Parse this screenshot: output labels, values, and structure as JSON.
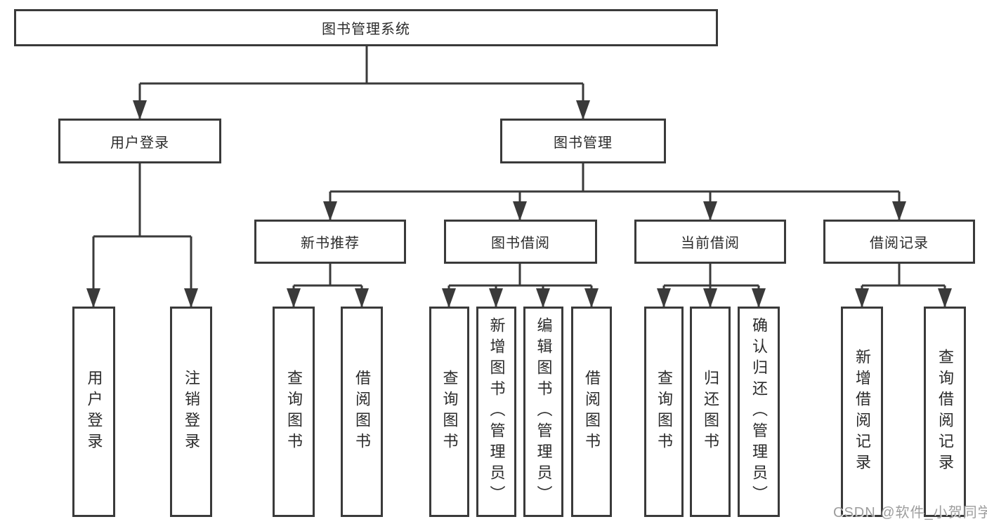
{
  "colors": {
    "line": "#3a3a3a",
    "box_border": "#3a3a3a",
    "text": "#2b2b2b",
    "watermark": "#8c8c8c",
    "background": "#ffffff"
  },
  "watermark": {
    "text": "CSDN @软件_小贺同学"
  },
  "diagram": {
    "root": {
      "label": "图书管理系统",
      "children": [
        {
          "label": "用户登录",
          "children": [
            {
              "label": "用户登录"
            },
            {
              "label": "注销登录"
            }
          ]
        },
        {
          "label": "图书管理",
          "children": [
            {
              "label": "新书推荐",
              "children": [
                {
                  "label": "查询图书"
                },
                {
                  "label": "借阅图书"
                }
              ]
            },
            {
              "label": "图书借阅",
              "children": [
                {
                  "label": "查询图书"
                },
                {
                  "label": "新增图书（管理员）"
                },
                {
                  "label": "编辑图书（管理员）"
                },
                {
                  "label": "借阅图书"
                }
              ]
            },
            {
              "label": "当前借阅",
              "children": [
                {
                  "label": "查询图书"
                },
                {
                  "label": "归还图书"
                },
                {
                  "label": "确认归还（管理员）"
                }
              ]
            },
            {
              "label": "借阅记录",
              "children": [
                {
                  "label": "新增借阅记录"
                },
                {
                  "label": "查询借阅记录"
                }
              ]
            }
          ]
        }
      ]
    }
  }
}
